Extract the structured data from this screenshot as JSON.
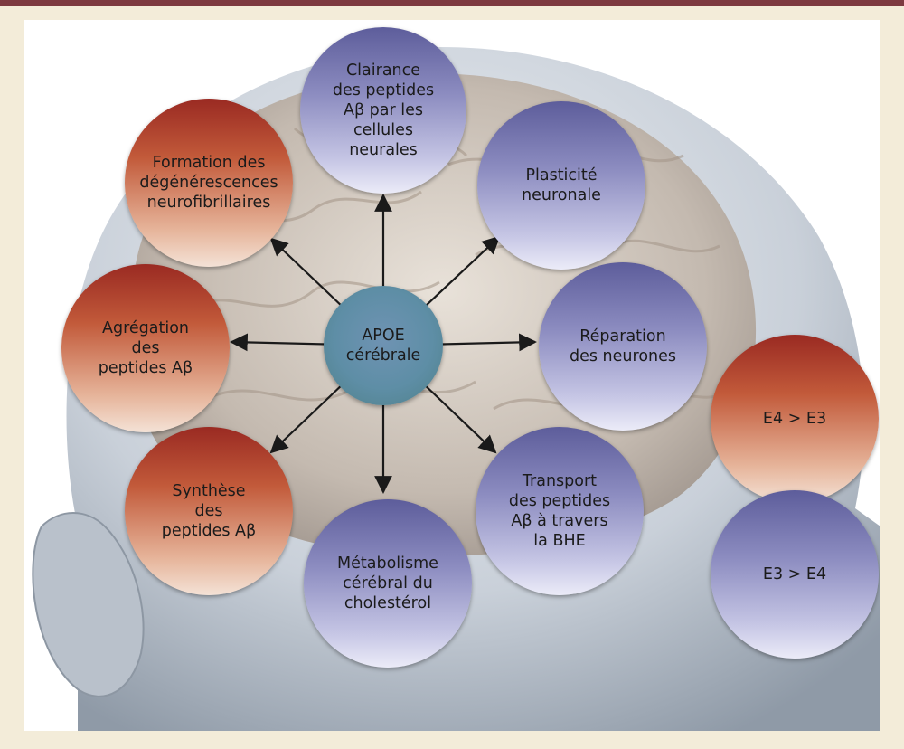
{
  "center": {
    "label": "APOE\ncérébrale"
  },
  "nodes": {
    "clairance": "Clairance\ndes peptides\nAβ par les cellules\nneurales",
    "plasticite": "Plasticité\nneuronale",
    "reparation": "Réparation\ndes neurones",
    "transport": "Transport\ndes peptides\nAβ à travers\nla BHE",
    "metabolisme": "Métabolisme\ncérébral du\ncholestérol",
    "synthese": "Synthèse\ndes\npeptides Aβ",
    "agregation": "Agrégation\ndes\npeptides Aβ",
    "formation": "Formation des\ndégénérescences\nneurofibrillaires"
  },
  "legend": {
    "red_label": "E4 > E3",
    "blue_label": "E3 > E4"
  },
  "colors": {
    "red_top": "#9a2a22",
    "red_bottom": "#f4e2d6",
    "blue_top": "#5d5d9b",
    "blue_bottom": "#ebebf8",
    "center": "#5e8ea6",
    "arrow": "#1a1a1a",
    "frame_bar": "#7d3a40",
    "frame_bg": "#f3ecd9"
  }
}
